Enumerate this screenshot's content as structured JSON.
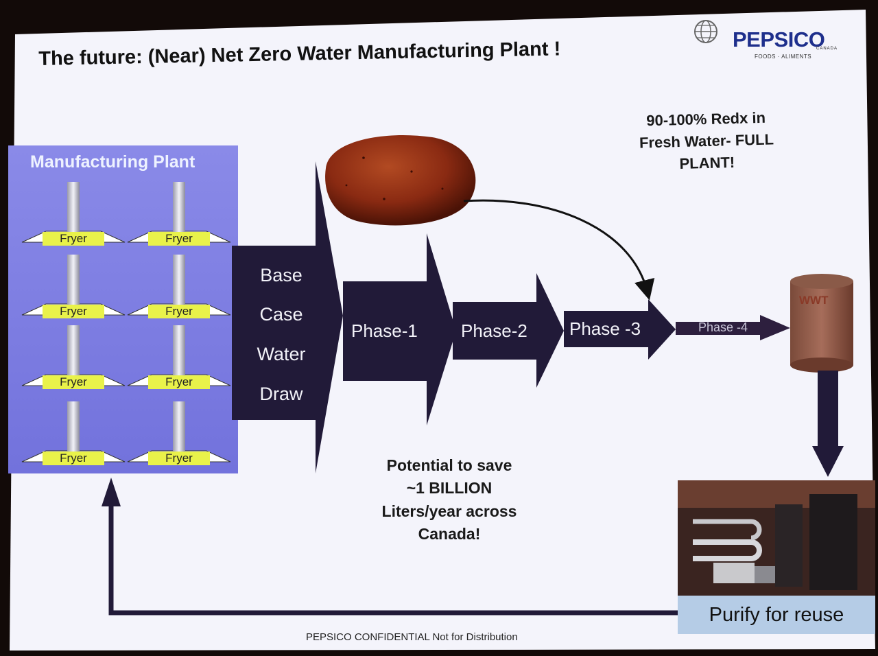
{
  "slide": {
    "title": "The future: (Near) Net Zero Water Manufacturing Plant !",
    "logo": {
      "brand": "PEPSICO",
      "country": "CANADA",
      "tagline": "FOODS · ALIMENTS"
    },
    "plant": {
      "title": "Manufacturing Plant",
      "fryers": [
        "Fryer",
        "Fryer",
        "Fryer",
        "Fryer",
        "Fryer",
        "Fryer",
        "Fryer",
        "Fryer"
      ]
    },
    "base_case": {
      "lines": [
        "Base",
        "Case",
        "Water",
        "Draw"
      ]
    },
    "phases": [
      "Phase-1",
      "Phase-2",
      "Phase -3",
      "Phase -4"
    ],
    "wwt_label": "WWT",
    "star_top": {
      "lines": [
        "90-100% Redx in",
        "Fresh Water- FULL",
        "PLANT!"
      ]
    },
    "star_bottom": {
      "lines": [
        "Potential to save",
        "~1 BILLION",
        "Liters/year across",
        "Canada!"
      ]
    },
    "purify_label": "Purify for reuse",
    "footer": "PEPSICO CONFIDENTIAL  Not for Distribution"
  },
  "colors": {
    "slide_bg": "#f4f4fb",
    "plant_panel": "#8181e3",
    "arrow_dark": "#211a38",
    "fryer_label": "#e9f24a",
    "star_blue": "#3f6fe0",
    "purify_box": "#b5cce6",
    "potato": "#8a2a12"
  },
  "icons": [
    "globe-icon",
    "potato-icon",
    "storage-tank-icon",
    "treatment-plant-photo"
  ]
}
